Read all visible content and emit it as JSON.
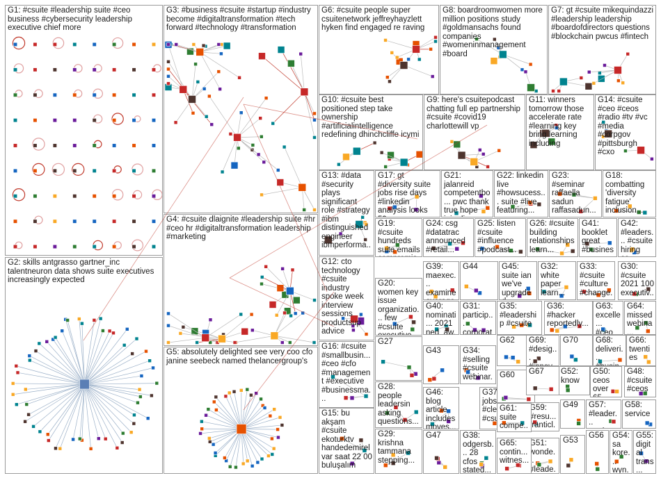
{
  "groups": [
    {
      "id": "G1",
      "text": "G1: #csuite #leadership suite #ceo business #cybersecurity leadership executive chief more"
    },
    {
      "id": "G2",
      "text": "G2: skills antgrasso gartner_inc talentneuron data shows suite executives increasingly expected"
    },
    {
      "id": "G3",
      "text": "G3: #business #csuite #startup #industry become #digitaltransformation #tech forward #technology #transformation"
    },
    {
      "id": "G4",
      "text": "G4: #csuite dlaignite #leadership suite #hr #ceo hr #digitaltransformation leadership #marketing"
    },
    {
      "id": "G5",
      "text": "G5: absolutely delighted see very coo cfo janine seebeck named thelancergroup's"
    },
    {
      "id": "G6",
      "text": "G6: #csuite people super csuitenetwork jeffreyhayzlett hyken find engaged re raving"
    },
    {
      "id": "G7",
      "text": "G7: gt #csuite mikequindazzi #leadership leadership #boardofdirectors questions #blockchain pwcus #fintech"
    },
    {
      "id": "G8",
      "text": "G8: boardroomwomen more million positions study #goldmansachs found companies #womeninmanagement #board"
    },
    {
      "id": "G9",
      "text": "G9: here's csuitepodcast chatting full ep partnership #csuite #covid19 charlottewill vp"
    },
    {
      "id": "G10",
      "text": "G10: #csuite best positioned step take ownership #artificialintelligence redefining dhinchcliffe icymi"
    },
    {
      "id": "G11",
      "text": "G11: winners tomorrow those accelerate rate #learning key bring learning including"
    },
    {
      "id": "G12",
      "text": "G12: cto technology #csuite industry spoke week interview sessions productsup advice"
    },
    {
      "id": "G13",
      "text": "G13: #data #security plays significant role #strategy #ibm distinguished engineer ibmperforma..."
    },
    {
      "id": "G14",
      "text": "G14: #csuite #ceo #ceos #radio #tv #vc #media #corpgov #pittsburgh #cxo"
    },
    {
      "id": "G15",
      "text": "G15: bu akşam #csuite ekoturktv handedemirel var saat 22 00 buluşalım"
    },
    {
      "id": "G16",
      "text": "G16: #csuite #smallbusin... #ceo #cfo #management #executive #businessma..."
    },
    {
      "id": "G17",
      "text": "G17: gt #diversity suite jobs rise days #linkedin analysis looks 59"
    },
    {
      "id": "G18",
      "text": "G18: combatting 'diversity fatigue' inclusion..."
    },
    {
      "id": "G19",
      "text": "G19: #csuite hundreds suite emails compromis... data sale..."
    },
    {
      "id": "G20",
      "text": "G20: women key issue organizatio... few #csuite executive..."
    },
    {
      "id": "G21",
      "text": "G21: jalanreid competentbo... pwc thank true hope join discuss"
    },
    {
      "id": "G22",
      "text": "G22: linkedin live #howsucess... suite #live featuring..."
    },
    {
      "id": "G23",
      "text": "G23: #seminar raffaella sadun raffasadun..."
    },
    {
      "id": "G24",
      "text": "G24: csg #datatrac announced #retail..."
    },
    {
      "id": "G25",
      "text": "G25: listen #csuite #influence #podcast..."
    },
    {
      "id": "G26",
      "text": "G26: #csuite building relationships learn..."
    },
    {
      "id": "G27",
      "text": "G27"
    },
    {
      "id": "G28",
      "text": "G28: people leadersin asking questions..."
    },
    {
      "id": "G29",
      "text": "G29: krishna tammana stepping..."
    },
    {
      "id": "G30",
      "text": "G30: #csuite 2021 100 executiv..."
    },
    {
      "id": "G31",
      "text": "G31: particip... corporate ananthv..."
    },
    {
      "id": "G32",
      "text": "G32: white paper learn..."
    },
    {
      "id": "G33",
      "text": "G33: #csuite #culture #change..."
    },
    {
      "id": "G34",
      "text": "G34: #selling #csuite webinar..."
    },
    {
      "id": "G35",
      "text": "G35: #leadership #csuite"
    },
    {
      "id": "G36",
      "text": "G36: #hacker reportedly..."
    },
    {
      "id": "G37",
      "text": "G37: fill jobs free #clevel #csuite..."
    },
    {
      "id": "G38",
      "text": "G38: odgersb... 28 cfos stated..."
    },
    {
      "id": "G39",
      "text": "G39: maexec... examine average..."
    },
    {
      "id": "G40",
      "text": "G40: nominati... 2021 ned_aw..."
    },
    {
      "id": "G41",
      "text": "G41: booklet great #busines..."
    },
    {
      "id": "G42",
      "text": "G42: #leaders... #csuite hiring co..."
    },
    {
      "id": "G43",
      "text": "G43"
    },
    {
      "id": "G44",
      "text": "G44"
    },
    {
      "id": "G45",
      "text": "G45: suite ian we've upgraded upgrade..."
    },
    {
      "id": "G46",
      "text": "G46: blog article includes moves..."
    },
    {
      "id": "G47",
      "text": "G47"
    },
    {
      "id": "G48",
      "text": "G48: #csuite #ceos"
    },
    {
      "id": "G49",
      "text": "G49"
    },
    {
      "id": "G50",
      "text": "G50: ceos over 65..."
    },
    {
      "id": "G51",
      "text": "G51: wonde... #leade..."
    },
    {
      "id": "G52",
      "text": "G52: know"
    },
    {
      "id": "G53",
      "text": "G53"
    },
    {
      "id": "G54",
      "text": "G54: sa kore... wyn..."
    },
    {
      "id": "G55",
      "text": "G55: digital trans... critic..."
    },
    {
      "id": "G56",
      "text": "G56"
    },
    {
      "id": "G57",
      "text": "G57: #leader... made..."
    },
    {
      "id": "G58",
      "text": "G58: service"
    },
    {
      "id": "G59",
      "text": "G59: #resu... franticl..."
    },
    {
      "id": "G60",
      "text": "G60"
    },
    {
      "id": "G61",
      "text": "G61: suite compe..."
    },
    {
      "id": "G62",
      "text": "G62"
    },
    {
      "id": "G63",
      "text": "G63: excelle... #ceo"
    },
    {
      "id": "G64",
      "text": "G64: missed webina..."
    },
    {
      "id": "G65",
      "text": "G65: contin... witnes..."
    },
    {
      "id": "G66",
      "text": "G66: twenties"
    },
    {
      "id": "G67",
      "text": "G67"
    },
    {
      "id": "G68",
      "text": "G68: deliveri... #busin..."
    },
    {
      "id": "G69",
      "text": "G69: #desig... #innov..."
    },
    {
      "id": "G70",
      "text": "G70"
    }
  ],
  "colors": {
    "border": "#9a9a9a",
    "edge": "#bbbbbb",
    "edge_red": "#c0392b",
    "node_palette": [
      "#2e7d32",
      "#1565c0",
      "#6a1b9a",
      "#e65100",
      "#c62828",
      "#00838f",
      "#f9a825",
      "#4e342e"
    ]
  }
}
